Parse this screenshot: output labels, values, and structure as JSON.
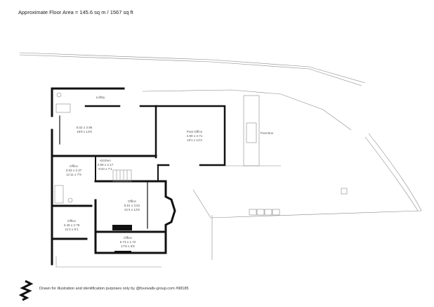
{
  "header": {
    "title": "Approximate Floor Area = 145.6 sq m / 1567 sq ft"
  },
  "rooms": [
    {
      "name": "",
      "metric": "6.02 x 3.95",
      "imperial": "19'9 x 13'0"
    },
    {
      "name": "Post Office",
      "metric": "4.90 x 3.71",
      "imperial": "16'1 x 12'2"
    },
    {
      "name": "Office",
      "metric": "3.63 x 2.37",
      "imperial": "11'11 x 7'9"
    },
    {
      "name": "Kitchen",
      "metric": "2.69 x 2.17",
      "imperial": "8'10 x 7'1"
    },
    {
      "name": "Office",
      "metric": "6.51 x 3.81",
      "imperial": "21'4 x 12'6"
    },
    {
      "name": "Office",
      "metric": "3.46 x 2.78",
      "imperial": "11'4 x 9'1"
    },
    {
      "name": "Office",
      "metric": "5.73 x 1.72",
      "imperial": "17'8 x 5'8"
    }
  ],
  "labels": {
    "lobby": "Lobby",
    "post_box": "Post Box"
  },
  "footer": {
    "text": "Drawn for illustration and identification purposes only by @fourwalls-group.com #98185"
  }
}
